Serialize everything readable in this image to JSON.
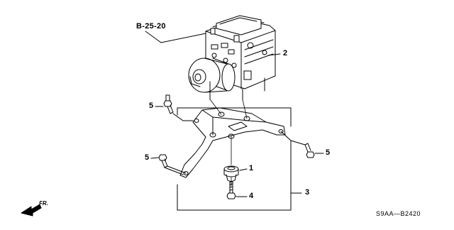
{
  "diagram": {
    "reference_label": "B-25-20",
    "diagram_code": "S9AA—B2420",
    "front_indicator": "FR.",
    "callouts": {
      "part1": "1",
      "part2": "2",
      "part3": "3",
      "part4": "4",
      "part5_upper": "5",
      "part5_lower": "5",
      "part5_right": "5"
    }
  }
}
